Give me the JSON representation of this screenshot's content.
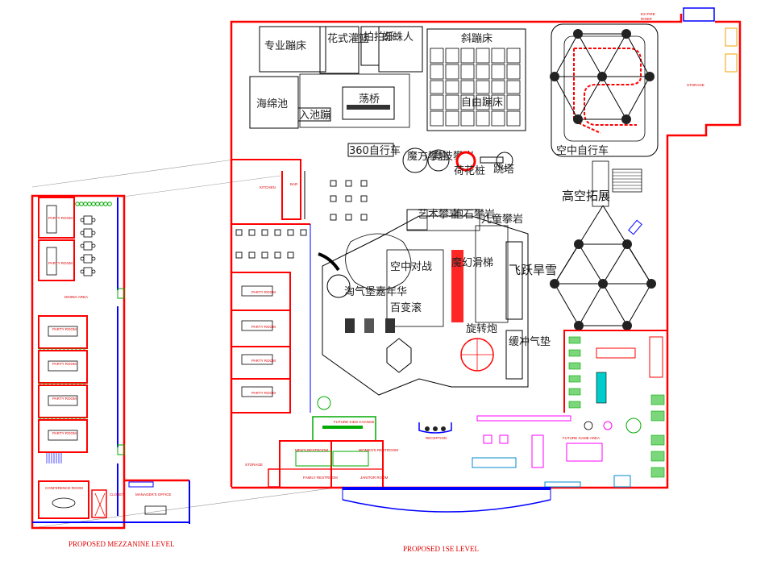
{
  "captions": {
    "mezzanine": "PROPOSED  MEZZANINE LEVEL",
    "first": "PROPOSED  1SE LEVEL"
  },
  "zones_cn": {
    "pro_trampoline": "专业蹦床",
    "fancy_dunk": "花式灌篮",
    "pai_pai_le": "拍拍乐",
    "spiderman": "蜘蛛人",
    "slant_trampoline": "斜蹦床",
    "sponge_pit": "海绵池",
    "enter_pit": "入池蹦",
    "swing_bridge": "荡桥",
    "free_trampoline": "自由蹦床",
    "bike_360": "360自行车",
    "magic_rock": "魔方攀岩",
    "race_rock": "竞技攀岩",
    "lotus_pile": "荷花桩",
    "tower": "跳塔",
    "sky_bike": "空中自行车",
    "high_rope": "高空拓展",
    "art_rock": "艺术攀岩",
    "boulder": "抱石攀岩",
    "kids_rock": "儿童攀岩",
    "fly_snow": "飞跃旱雪",
    "cushion": "缓冲气垫",
    "magic_slide": "魔幻滑梯",
    "carnival": "淘气堡嘉年华",
    "rotate_cannon": "旋转炮",
    "rolling_ball": "百变滚",
    "air_battle": "空中对战"
  },
  "labels_en": {
    "ex_fire": "EX-FIRE",
    "riser": "RISER",
    "storage_top": "STORAGE",
    "kitchen": "KITCHEN",
    "bar": "BAR",
    "party_room": "PARTY ROOM",
    "dining_area": "DINING AREA",
    "conference_room": "CONFERENCE ROOM",
    "managers_office": "MANAGER'S OFFICE",
    "future_kids_change": "FUTURE KIDS CHANGE",
    "reception": "RECEPTION",
    "future_game_area": "FUTURE GAME AREA",
    "storage_bottom": "STORAGE",
    "mens_restroom": "MEN'S RESTROOM",
    "womens_restroom": "WOMEN'S RESTROOM",
    "family_restroom": "FAMILY RESTROOM",
    "janitor_room": "JANITOR ROOM",
    "closet": "CLOSET"
  },
  "colors": {
    "wall": "#ff0000",
    "wall_blue": "#0000ff",
    "wall_black": "#000000",
    "table_green": "#00aa00",
    "arcade_magenta": "#ff00ff",
    "arcade_cyan": "#00cccc"
  }
}
